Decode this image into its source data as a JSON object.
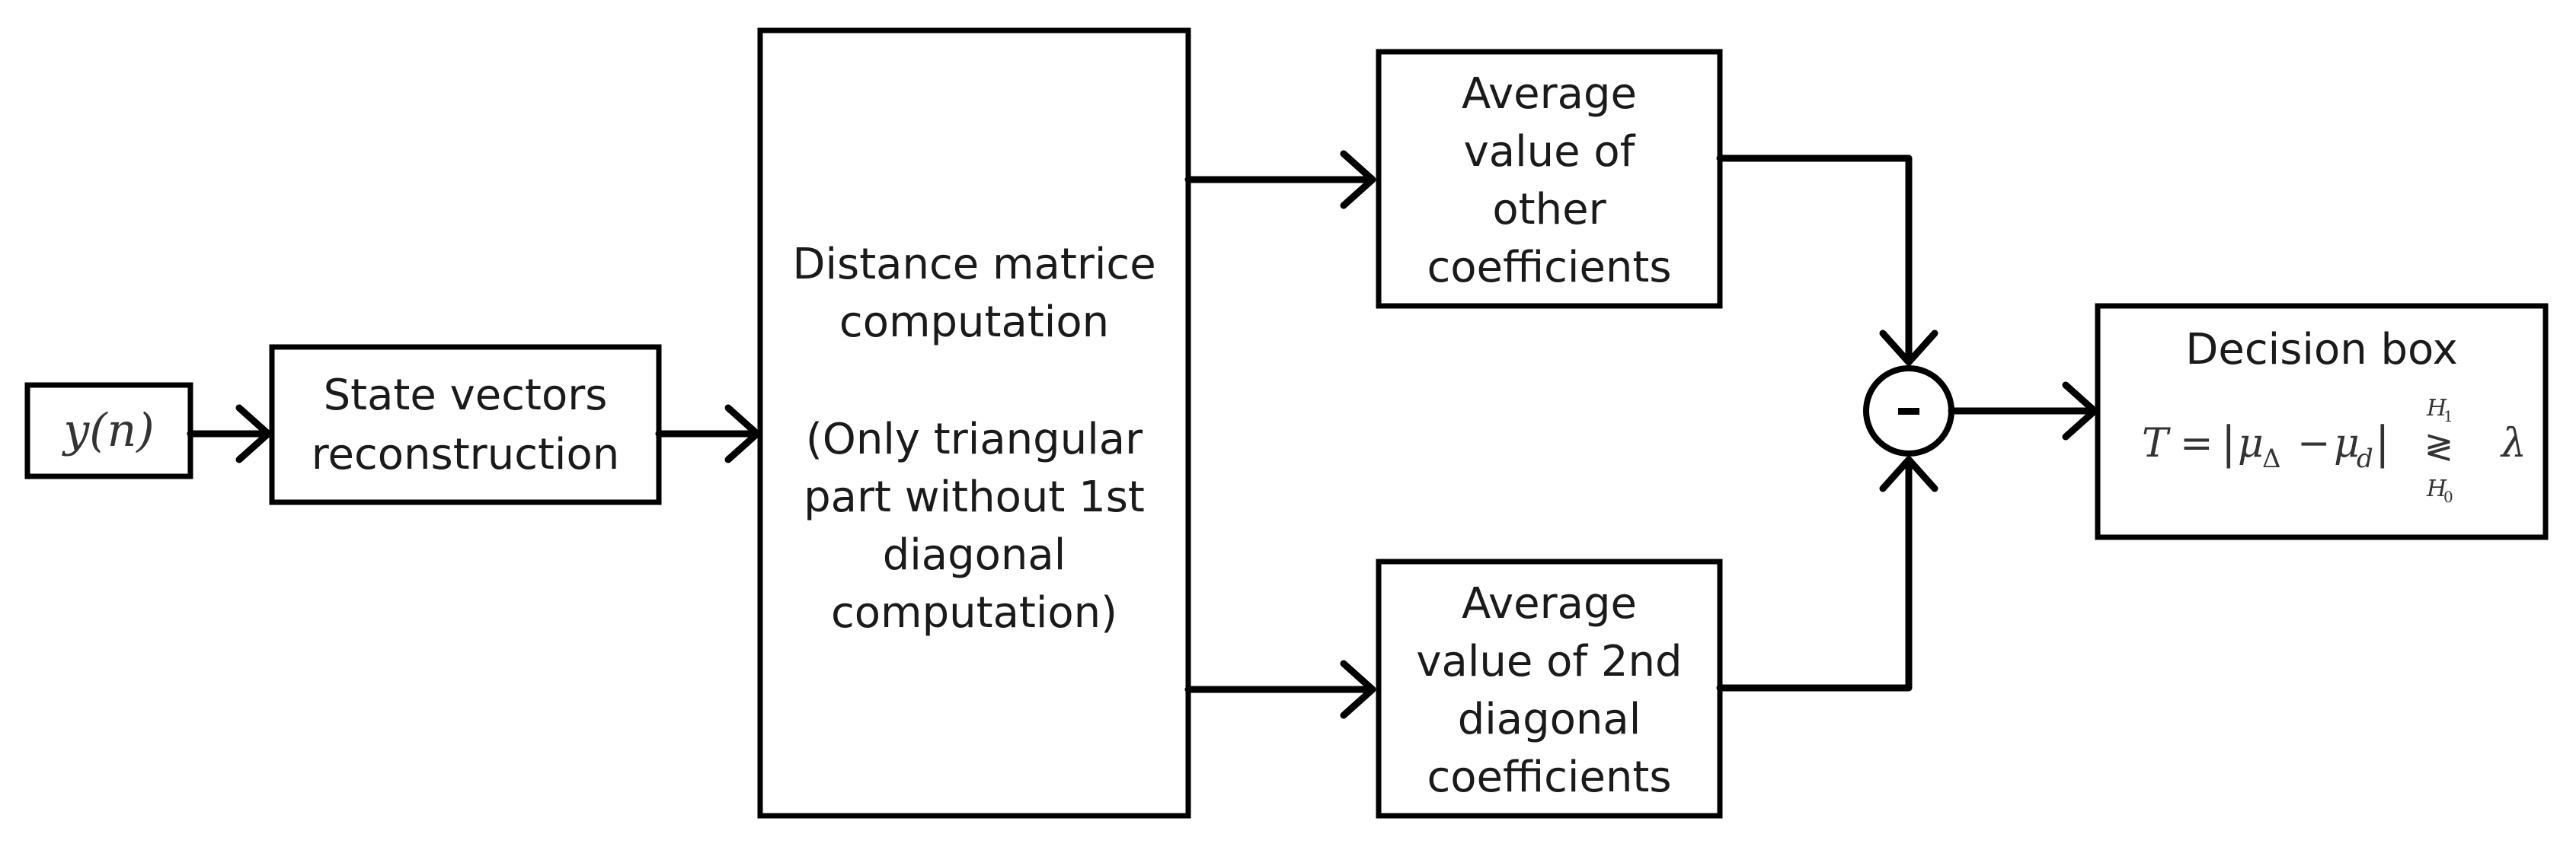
{
  "input": {
    "signal": "y(n)"
  },
  "blocks": {
    "state_vectors": {
      "line1": "State vectors",
      "line2": "reconstruction"
    },
    "distance_matrix": {
      "line1": "Distance matrice",
      "line2": "computation",
      "line3": "(Only triangular",
      "line4": "part without 1st",
      "line5": "diagonal",
      "line6": "computation)"
    },
    "avg_other": {
      "line1": "Average",
      "line2": "value of",
      "line3": "other",
      "line4": "coefficients"
    },
    "avg_second_diag": {
      "line1": "Average",
      "line2": "value of 2nd",
      "line3": "diagonal",
      "line4": "coefficients"
    },
    "subtractor": {
      "symbol": "-"
    },
    "decision_box": {
      "title": "Decision box",
      "formula": {
        "T": "T",
        "eq": "=",
        "bar_open": "|",
        "mu": "μ",
        "sub_delta": "Δ",
        "minus": "−",
        "sub_d": "d",
        "bar_close": "|",
        "hyp_upper": "H",
        "hyp_upper_sub": "1",
        "relation": "≷",
        "hyp_lower": "H",
        "hyp_lower_sub": "0",
        "threshold": "λ"
      }
    }
  },
  "colors": {
    "line": "#000000",
    "text": "#1a1a1a",
    "math": "#333333",
    "background": "#ffffff"
  }
}
